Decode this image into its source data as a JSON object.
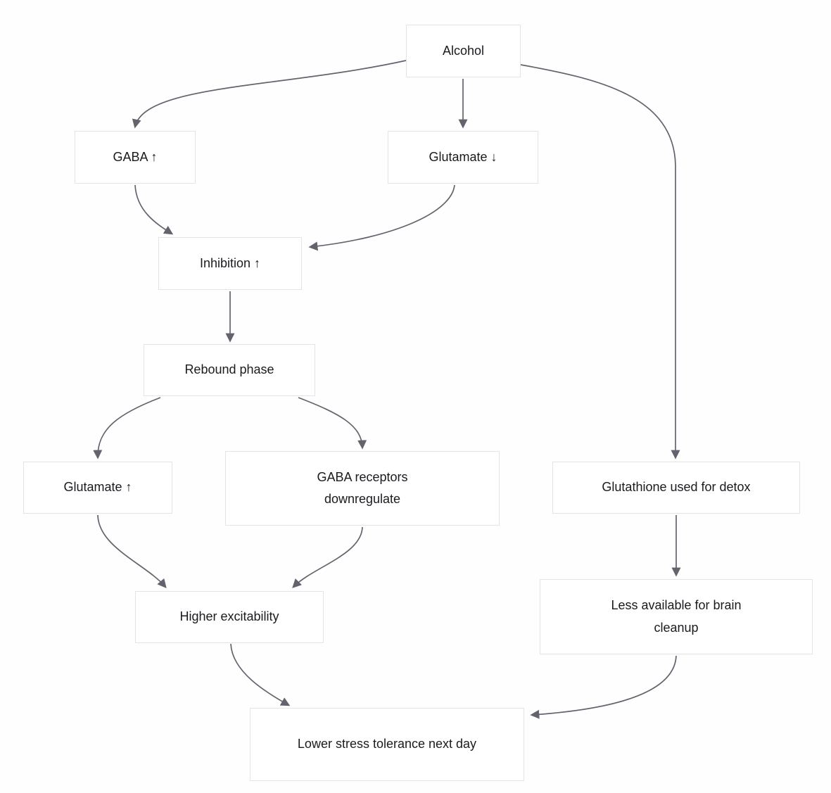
{
  "diagram": {
    "type": "flowchart",
    "direction": "top-down",
    "nodes": [
      {
        "id": "alcohol",
        "label": "Alcohol"
      },
      {
        "id": "gaba-up",
        "label": "GABA ↑"
      },
      {
        "id": "glutamate-down",
        "label": "Glutamate ↓"
      },
      {
        "id": "inhibition-up",
        "label": "Inhibition ↑"
      },
      {
        "id": "rebound-phase",
        "label": "Rebound phase"
      },
      {
        "id": "glutamate-up",
        "label": "Glutamate ↑"
      },
      {
        "id": "gaba-receptors-downregulate",
        "label": "GABA receptors downregulate"
      },
      {
        "id": "glutathione-used-for-detox",
        "label": "Glutathione used for detox"
      },
      {
        "id": "higher-excitability",
        "label": "Higher excitability"
      },
      {
        "id": "less-available-for-brain-cleanup",
        "label": "Less available for brain cleanup"
      },
      {
        "id": "lower-stress-tolerance-next-day",
        "label": "Lower stress tolerance next day"
      }
    ],
    "edges": [
      {
        "from": "alcohol",
        "to": "gaba-up"
      },
      {
        "from": "alcohol",
        "to": "glutamate-down"
      },
      {
        "from": "alcohol",
        "to": "glutathione-used-for-detox"
      },
      {
        "from": "gaba-up",
        "to": "inhibition-up"
      },
      {
        "from": "glutamate-down",
        "to": "inhibition-up"
      },
      {
        "from": "inhibition-up",
        "to": "rebound-phase"
      },
      {
        "from": "rebound-phase",
        "to": "glutamate-up"
      },
      {
        "from": "rebound-phase",
        "to": "gaba-receptors-downregulate"
      },
      {
        "from": "glutamate-up",
        "to": "higher-excitability"
      },
      {
        "from": "gaba-receptors-downregulate",
        "to": "higher-excitability"
      },
      {
        "from": "glutathione-used-for-detox",
        "to": "less-available-for-brain-cleanup"
      },
      {
        "from": "higher-excitability",
        "to": "lower-stress-tolerance-next-day"
      },
      {
        "from": "less-available-for-brain-cleanup",
        "to": "lower-stress-tolerance-next-day"
      }
    ]
  },
  "colors": {
    "background": "#fefefe",
    "node-fill": "#ffffff",
    "node-border": "#e4e4e4",
    "node-text": "#1b1b1f",
    "edge-stroke": "#63636d"
  }
}
